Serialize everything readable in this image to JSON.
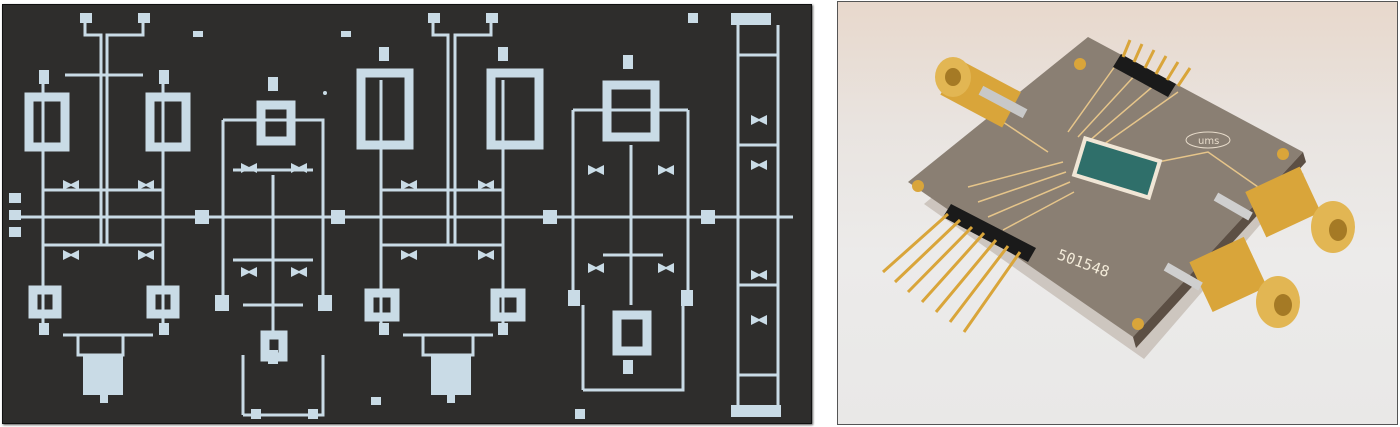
{
  "figure": {
    "panels": [
      {
        "id": "left",
        "description": "Micrograph of MMIC chip layout (light metal traces on dark substrate)",
        "colors": {
          "substrate": "#2e2d2c",
          "metal": "#c9dbe6"
        }
      },
      {
        "id": "right",
        "description": "Gold-plated test fixture PCB with mounted chip, SMA connectors and pin headers",
        "board_label": "501548",
        "logo_text": "ums",
        "colors": {
          "board": "#8a7f73",
          "gold": "#d9a53a",
          "chip": "#2f6f6a",
          "background": "#ebe8e6"
        }
      }
    ]
  }
}
